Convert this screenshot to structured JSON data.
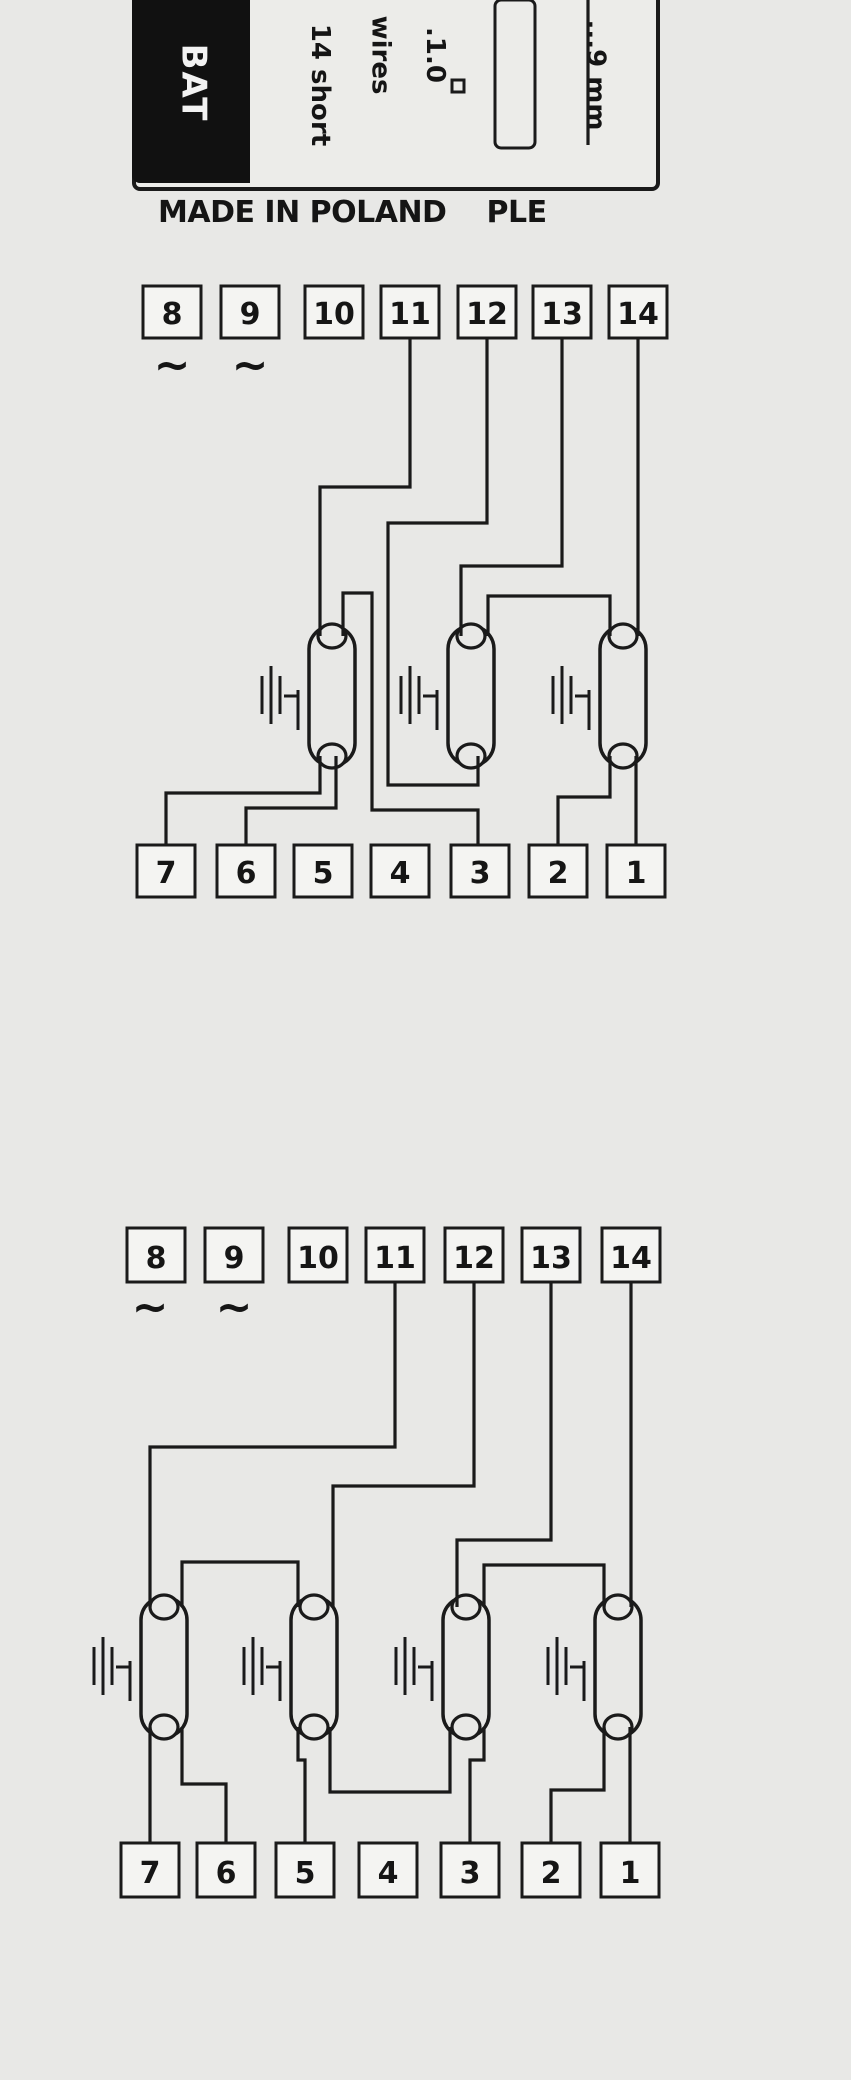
{
  "label": {
    "bat": "BAT",
    "spec_mm": "...9 mm",
    "spec_ver": ".1.0",
    "spec_wires": "wires",
    "spec_short": "14 short"
  },
  "footer": {
    "made_in": "MADE IN POLAND",
    "mark": "PLE"
  },
  "diagrams": [
    {
      "top_pins": [
        "8",
        "9",
        "10",
        "11",
        "12",
        "13",
        "14"
      ],
      "bottom_pins": [
        "7",
        "6",
        "5",
        "4",
        "3",
        "2",
        "1"
      ],
      "ac_symbol": "~",
      "lamp_count": 3
    },
    {
      "top_pins": [
        "8",
        "9",
        "10",
        "11",
        "12",
        "13",
        "14"
      ],
      "bottom_pins": [
        "7",
        "6",
        "5",
        "4",
        "3",
        "2",
        "1"
      ],
      "ac_symbol": "~",
      "lamp_count": 4
    }
  ]
}
